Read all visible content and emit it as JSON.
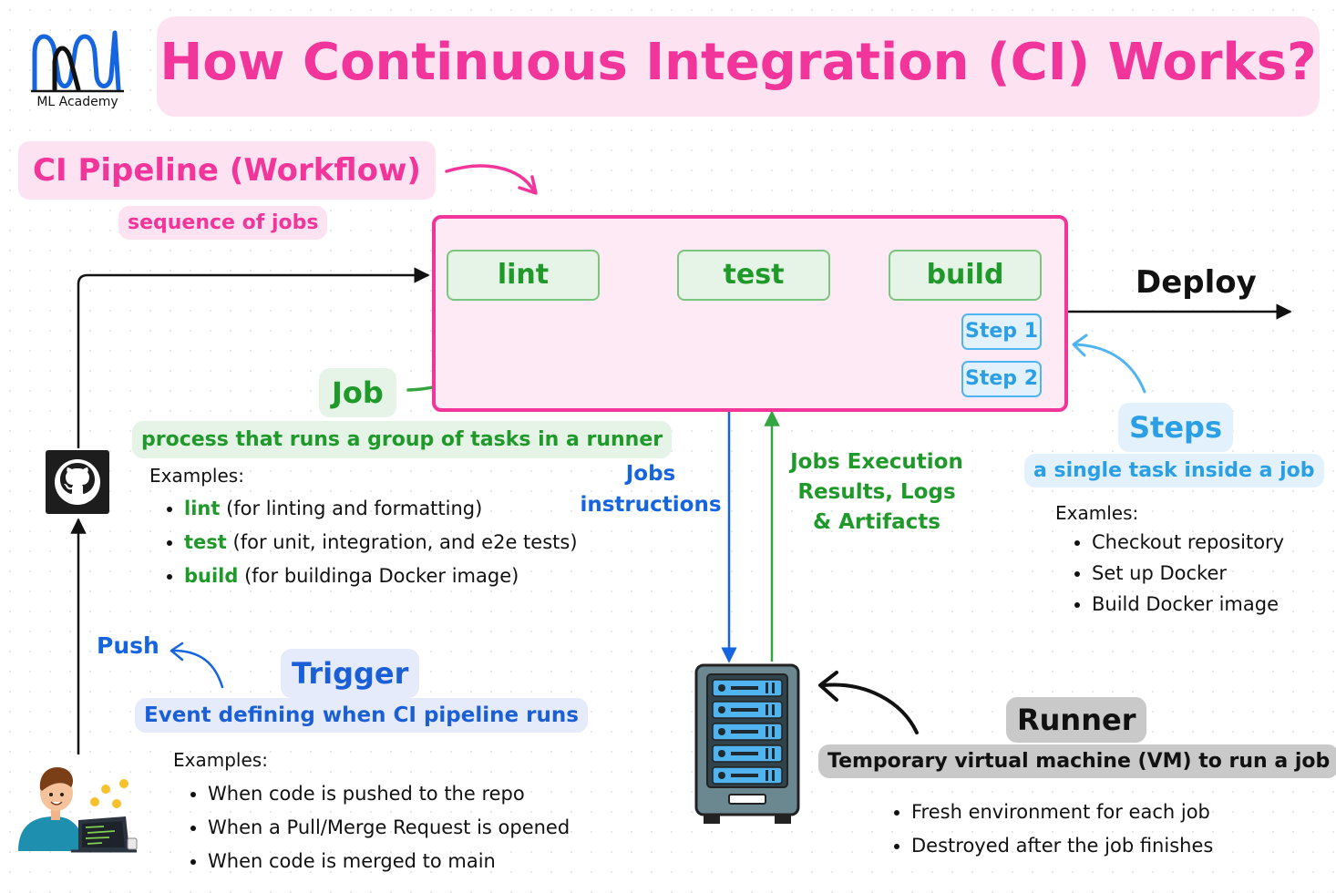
{
  "brand": {
    "name": "ML Academy"
  },
  "title": "How Continuous Integration (CI) Works?",
  "pipeline": {
    "title": "CI Pipeline (Workflow)",
    "subtitle": "sequence of jobs",
    "jobs": [
      "lint",
      "test",
      "build"
    ],
    "steps": [
      "Step 1",
      "Step 2"
    ]
  },
  "deploy": "Deploy",
  "job": {
    "title": "Job",
    "subtitle": "process that runs a group of tasks in a runner",
    "examples_label": "Examples:",
    "examples": [
      {
        "name": "lint",
        "desc": " (for linting and formatting)"
      },
      {
        "name": "test",
        "desc": " (for unit, integration, and e2e tests)"
      },
      {
        "name": "build",
        "desc": " (for buildinga  Docker image)"
      }
    ]
  },
  "flows": {
    "instructions": [
      "Jobs",
      "instructions"
    ],
    "results": [
      "Jobs Execution",
      "Results, Logs",
      "& Artifacts"
    ]
  },
  "steps": {
    "title": "Steps",
    "subtitle": "a single task inside a job",
    "examples_label": "Examles:",
    "examples": [
      "Checkout repository",
      "Set up Docker",
      "Build Docker image"
    ]
  },
  "trigger": {
    "push": "Push",
    "title": "Trigger",
    "subtitle": "Event defining when CI pipeline runs",
    "examples_label": "Examples:",
    "examples": [
      "When code is pushed to the repo",
      "When a Pull/Merge Request is opened",
      "When code is merged to main"
    ]
  },
  "runner": {
    "title": "Runner",
    "subtitle": "Temporary virtual machine (VM) to run a job",
    "bullets": [
      "Fresh environment for each job",
      "Destroyed after the job finishes"
    ]
  },
  "colors": {
    "pink": "#f2359b",
    "green": "#1f9a2a",
    "light_blue": "#2a9fe6",
    "blue": "#1565e0"
  }
}
